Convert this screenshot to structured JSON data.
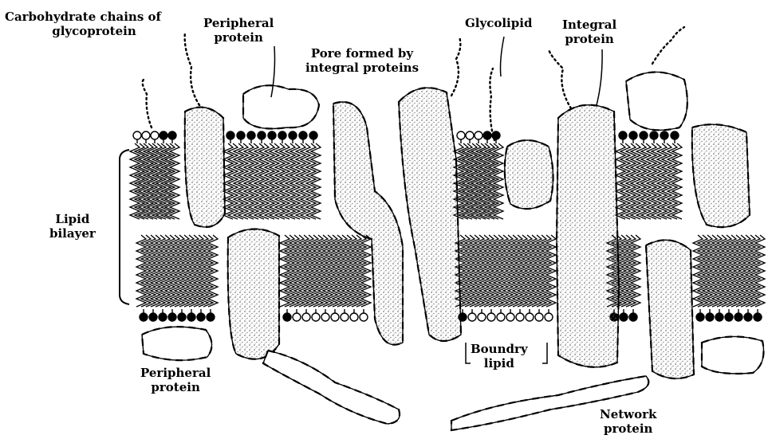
{
  "labels": {
    "carbohydrate": {
      "line1": "Carbohydrate chains of",
      "line2": "glycoprotein"
    },
    "peripheral_top": {
      "line1": "Peripheral",
      "line2": "protein"
    },
    "pore": {
      "line1": "Pore formed by",
      "line2": "integral proteins"
    },
    "glycolipid": {
      "line1": "Glycolipid"
    },
    "integral": {
      "line1": "Integral",
      "line2": "protein"
    },
    "lipid_bilayer": {
      "line1": "Lipid",
      "line2": "bilayer"
    },
    "peripheral_bottom": {
      "line1": "Peripheral",
      "line2": "protein"
    },
    "boundry_lipid": {
      "line1": "Boundry",
      "line2": "lipid"
    },
    "network_protein": {
      "line1": "Network",
      "line2": "protein"
    }
  },
  "colors": {
    "ink": "#000000",
    "stipple": "#7a7a7a",
    "background": "#ffffff"
  }
}
